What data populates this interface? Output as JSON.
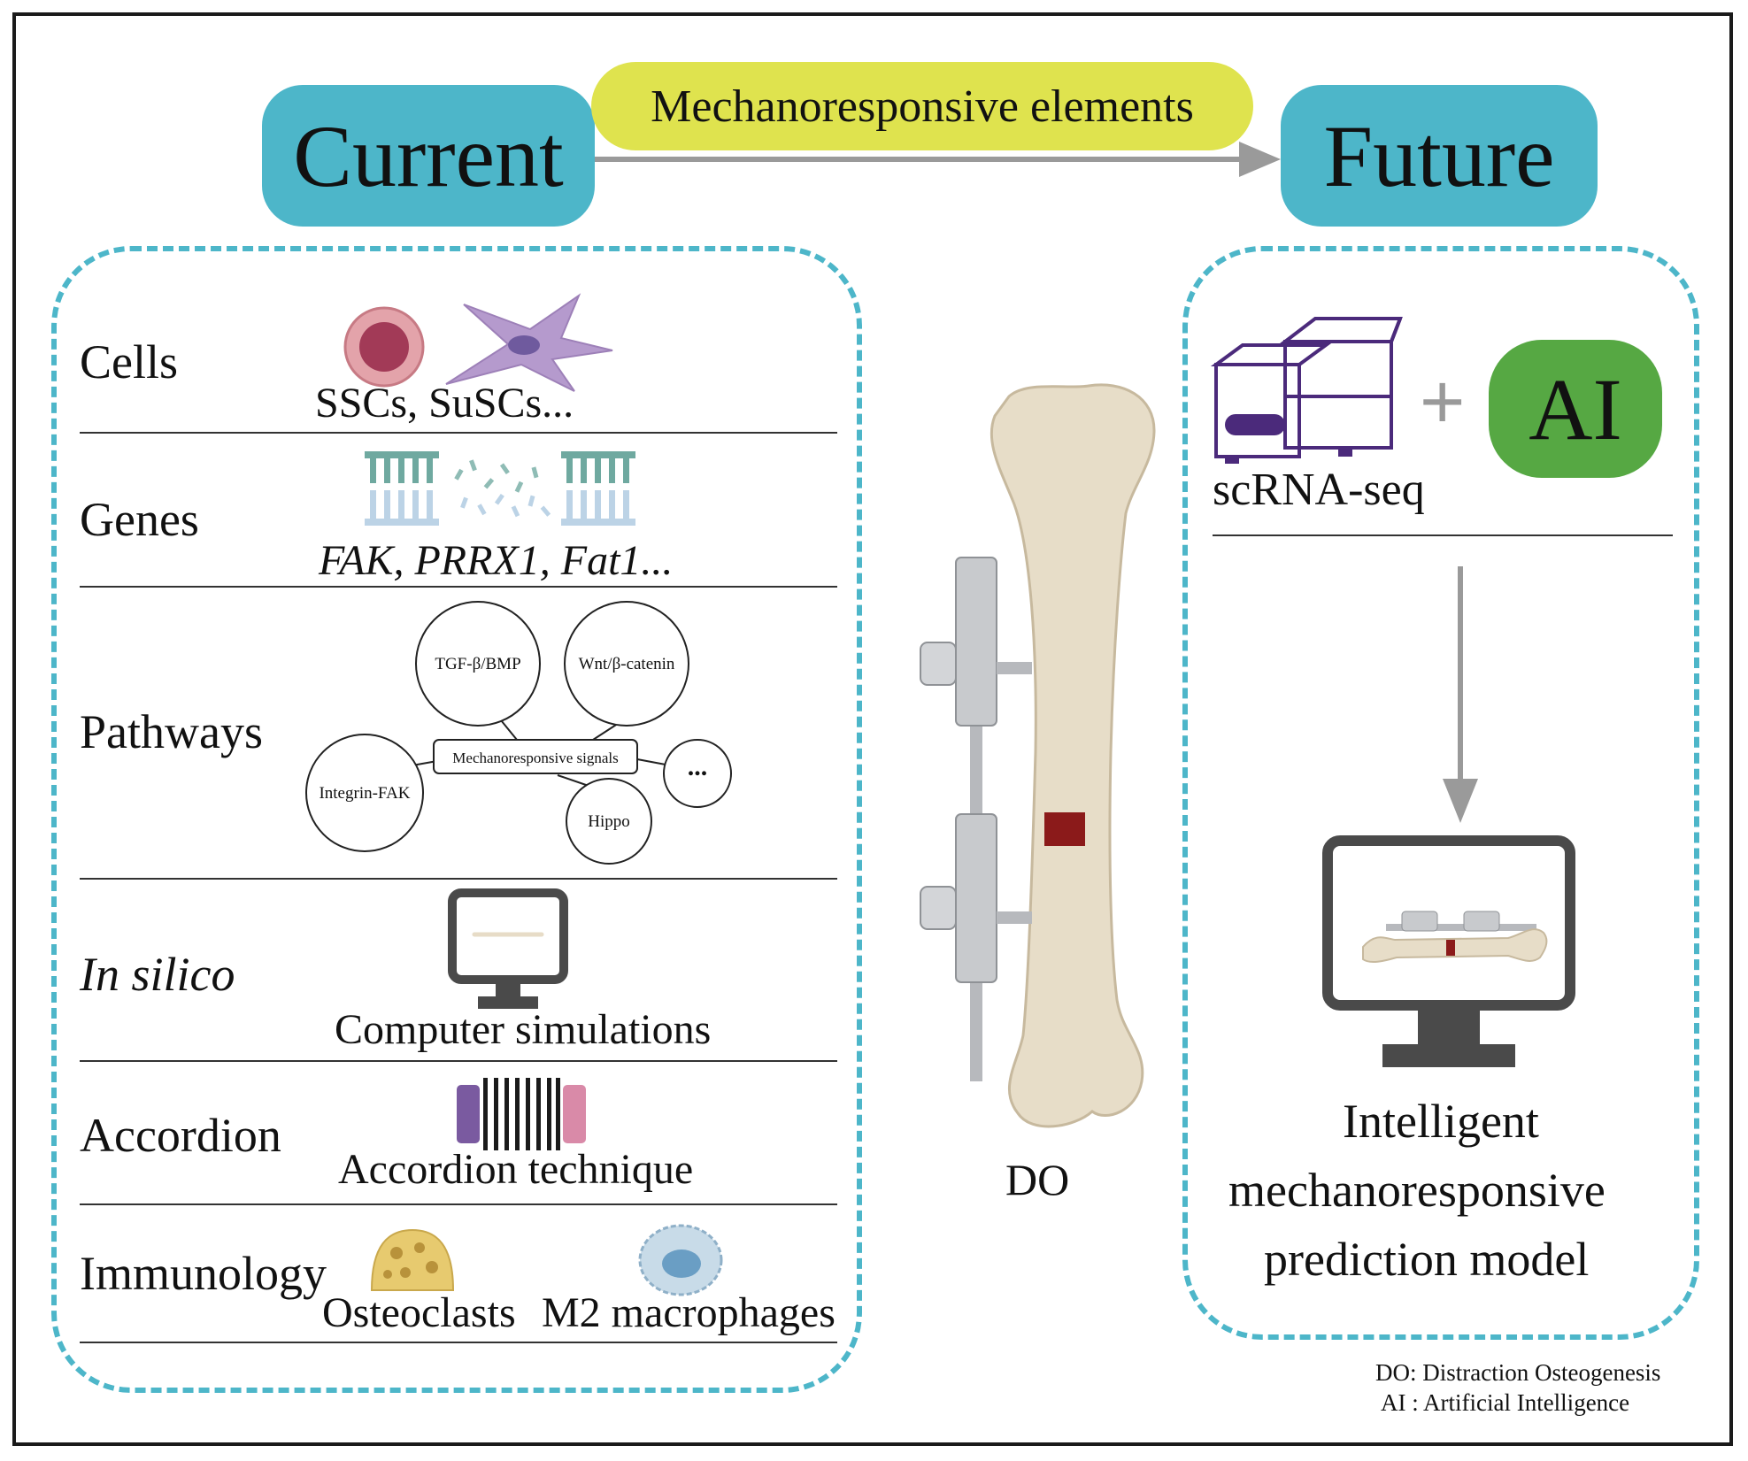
{
  "header": {
    "current": "Current",
    "future": "Future",
    "elements": "Mechanoresponsive elements"
  },
  "rows": [
    {
      "label": "Cells",
      "caption": "SSCs, SuSCs..."
    },
    {
      "label": "Genes",
      "caption": "FAK, PRRX1, Fat1..."
    },
    {
      "label": "Pathways",
      "caption": ""
    },
    {
      "label": "In silico",
      "caption": "Computer simulations"
    },
    {
      "label": "Accordion",
      "caption": "Accordion technique"
    },
    {
      "label": "Immunology",
      "caption_a": "Osteoclasts",
      "caption_b": "M2 macrophages"
    }
  ],
  "pathways": {
    "center": "Mechanoresponsive signals",
    "nodes": [
      "TGF-β/BMP",
      "Wnt/β-catenin",
      "Integrin-FAK",
      "Hippo",
      "..."
    ]
  },
  "center": {
    "label": "DO"
  },
  "right": {
    "scrna": "scRNA-seq",
    "plus": "+",
    "ai": "AI",
    "model_line1": "Intelligent",
    "model_line2": "mechanoresponsive",
    "model_line3": "prediction model"
  },
  "legend": {
    "do": "DO: Distraction Osteogenesis",
    "ai": "AI : Artificial Intelligence"
  },
  "colors": {
    "teal": "#4db6c9",
    "yellow": "#dfe34e",
    "green": "#56a843",
    "purple": "#4b2a7b"
  }
}
